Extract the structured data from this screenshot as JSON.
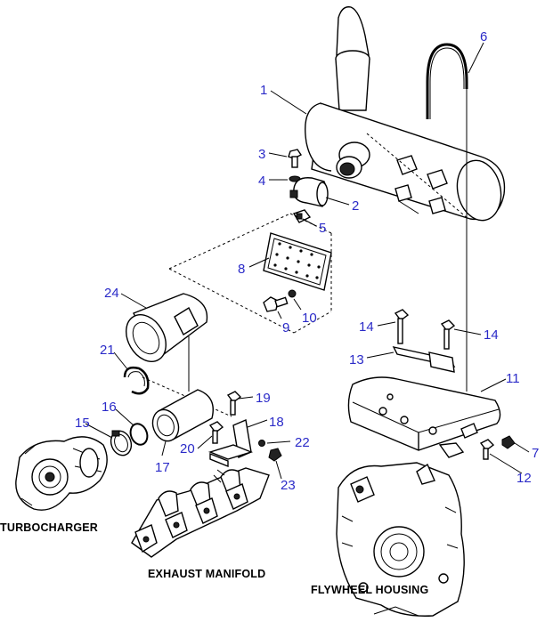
{
  "callouts": {
    "c1": "1",
    "c2": "2",
    "c3": "3",
    "c4": "4",
    "c5": "5",
    "c6": "6",
    "c7": "7",
    "c8": "8",
    "c9": "9",
    "c10": "10",
    "c11": "11",
    "c12": "12",
    "c13": "13",
    "c14a": "14",
    "c14b": "14",
    "c15": "15",
    "c16": "16",
    "c17": "17",
    "c18": "18",
    "c19": "19",
    "c20": "20",
    "c21": "21",
    "c22": "22",
    "c23": "23",
    "c24": "24"
  },
  "captions": {
    "turbocharger": "TURBOCHARGER",
    "exhaust_manifold": "EXHAUST MANIFOLD",
    "flywheel_housing": "FLYWHEEL HOUSING"
  },
  "colors": {
    "callout_text": "#2b2bc8",
    "line_art": "#000000",
    "background": "#ffffff"
  }
}
